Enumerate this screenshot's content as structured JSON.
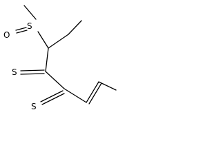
{
  "atoms": {
    "sulfoxide_s": "S",
    "sulfoxide_o": "O",
    "thione_s_upper": "S",
    "thione_s_lower": "S"
  }
}
